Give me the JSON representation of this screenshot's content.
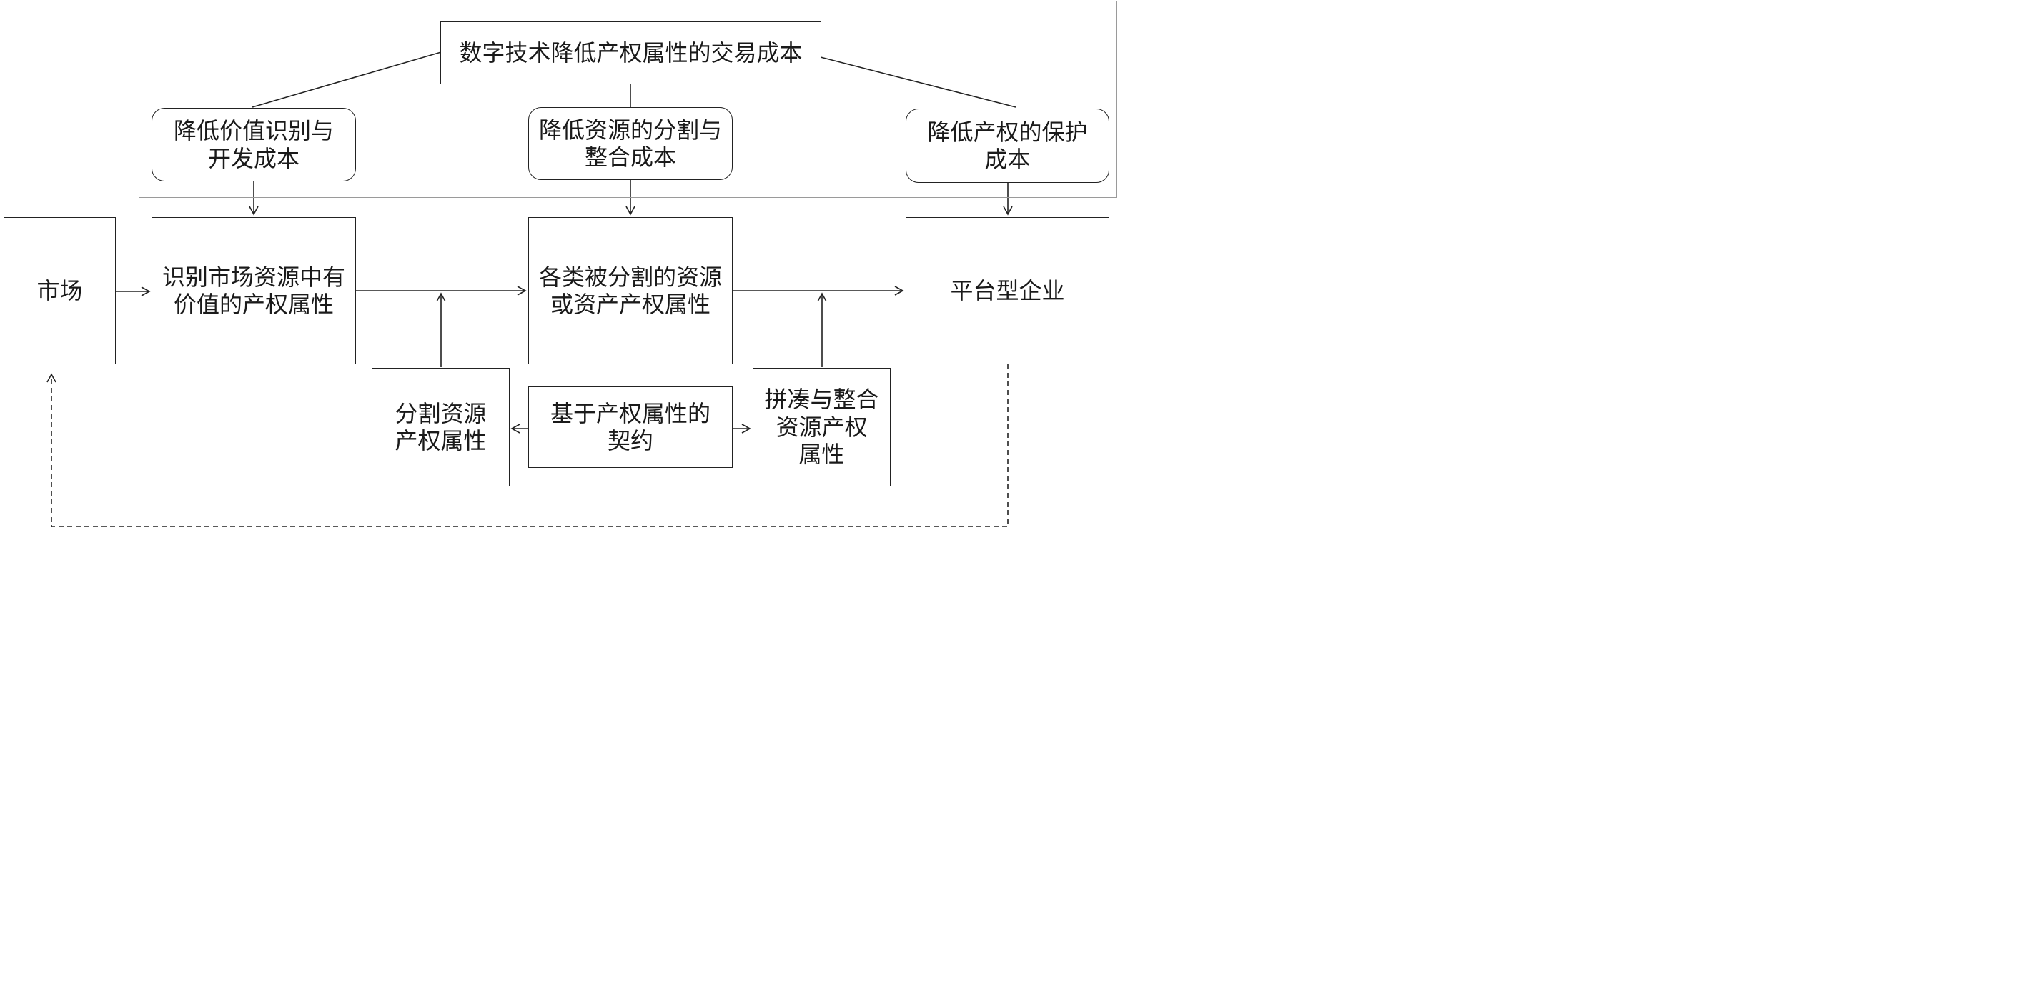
{
  "top_group": {
    "title": "数字技术降低产权属性的交易成本",
    "cost_1": "降低价值识别与\n开发成本",
    "cost_2": "降低资源的分割与\n整合成本",
    "cost_3": "降低产权的保护\n成本"
  },
  "flow": {
    "market": "市场",
    "identify": "识别市场资源中有\n价值的产权属性",
    "divided": "各类被分割的资源\n或资产产权属性",
    "platform": "平台型企业"
  },
  "contract": {
    "split": "分割资源\n产权属性",
    "basis": "基于产权属性的\n契约",
    "combine": "拼凑与整合\n资源产权\n属性"
  },
  "colors": {
    "line": "#222222",
    "group_border": "#9a9a9a",
    "background": "#ffffff"
  }
}
